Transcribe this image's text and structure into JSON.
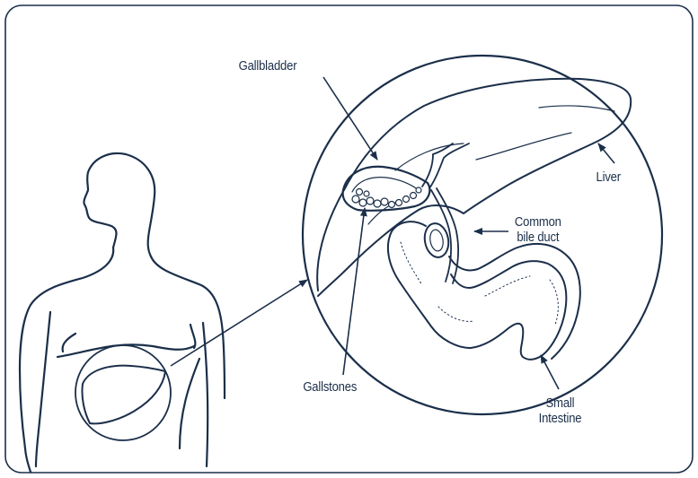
{
  "colors": {
    "ink": "#1b2f4a",
    "frame": "#1b2f4a",
    "background": "#ffffff"
  },
  "labels": {
    "gallbladder": "Gallbladder",
    "liver": "Liver",
    "common_bile_duct": [
      "Common",
      "bile duct"
    ],
    "gallstones": "Gallstones",
    "small_intestine": [
      "Small",
      "Intestine"
    ]
  }
}
